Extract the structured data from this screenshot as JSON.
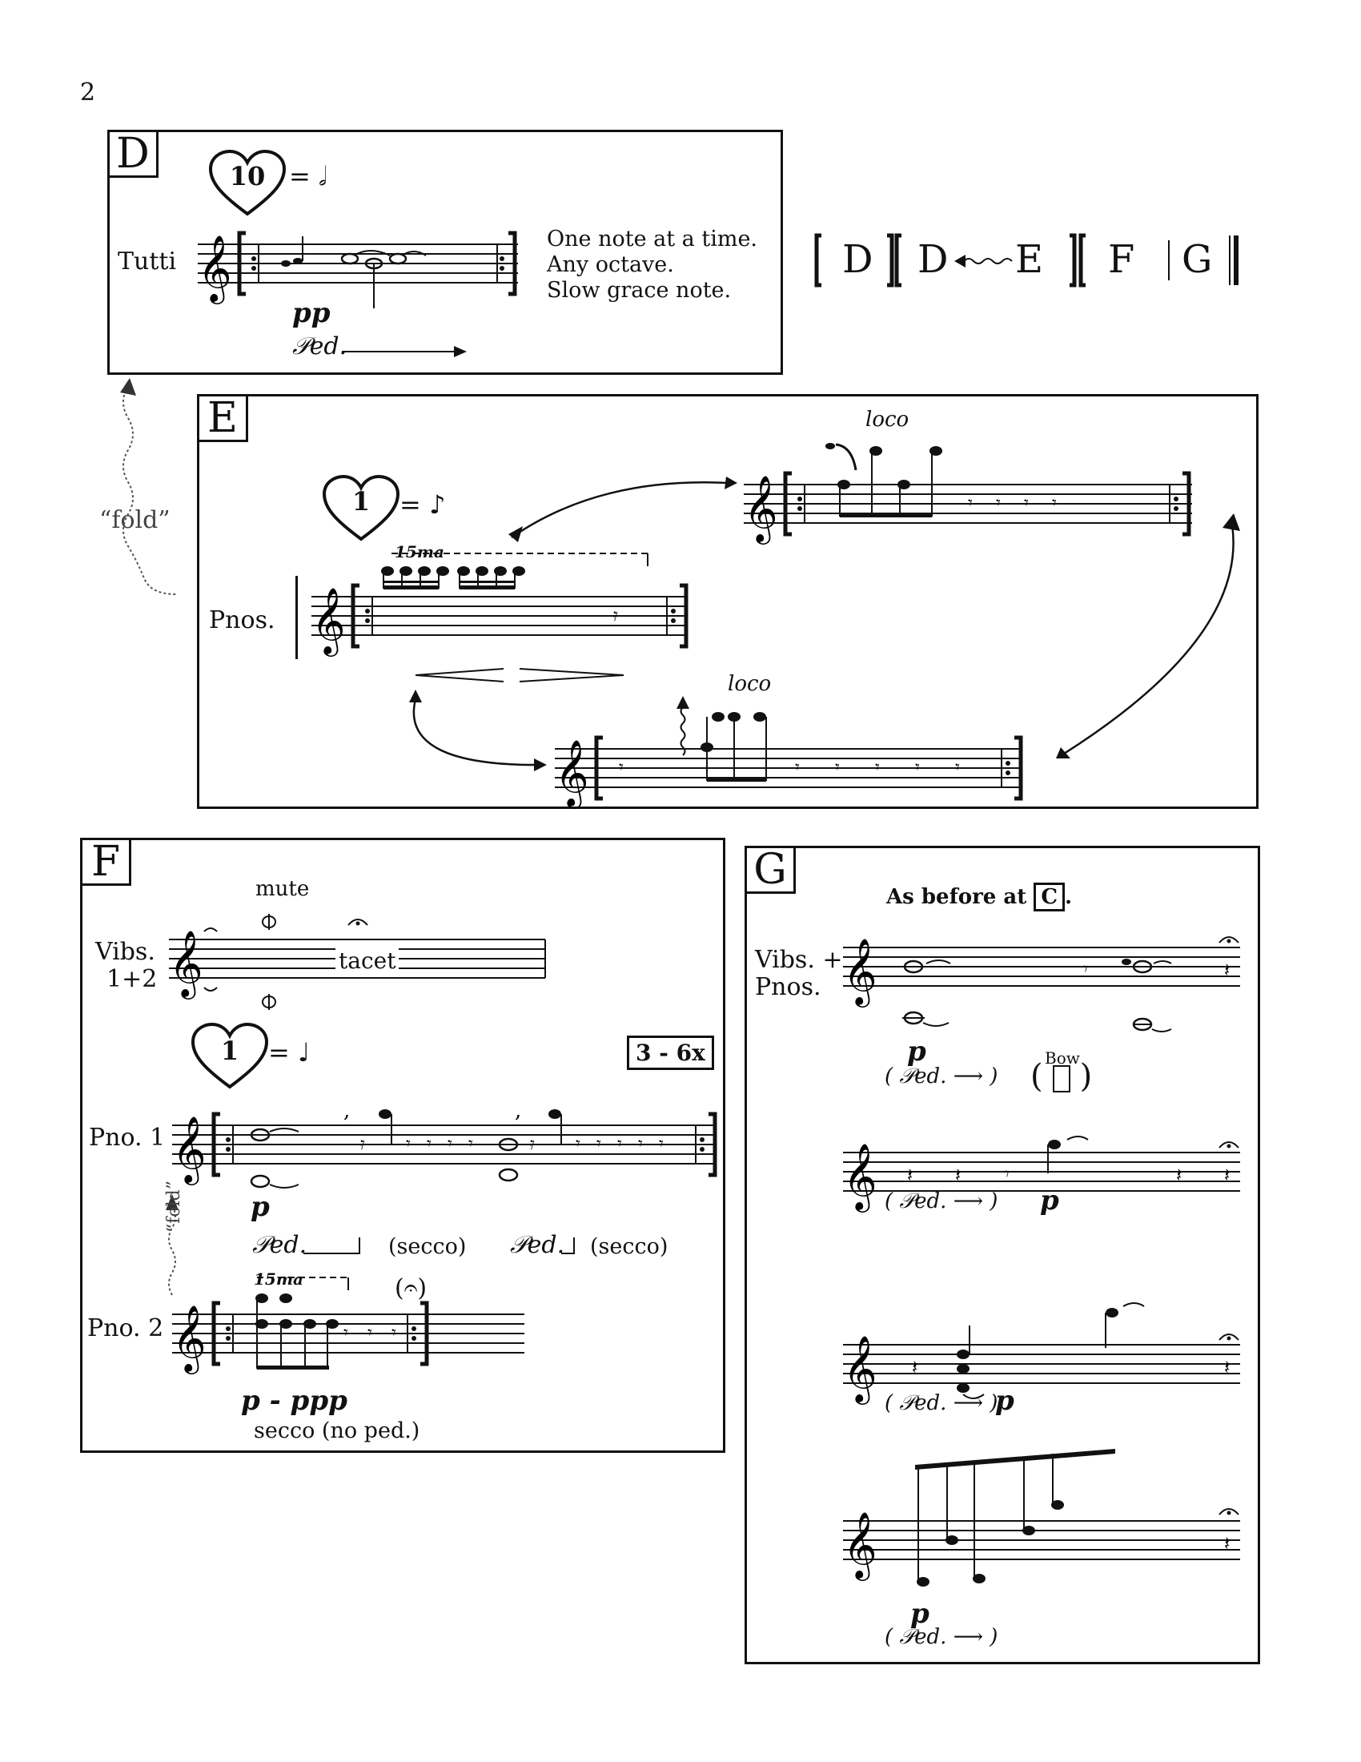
{
  "page_number": "2",
  "form_map": {
    "items": [
      "D",
      "D",
      "E",
      "F",
      "G"
    ]
  },
  "section_d": {
    "letter": "D",
    "tempo_heart": "10",
    "tempo_equals": "= 𝅗𝅥",
    "instrument": "Tutti",
    "dynamic": "pp",
    "ped": "𝒫ed.",
    "instructions": [
      "One note at a time.",
      "Any octave.",
      "Slow grace note."
    ]
  },
  "fold_left": "“fold”",
  "section_e": {
    "letter": "E",
    "tempo_heart": "1",
    "tempo_equals": "= ♪",
    "instrument": "Pnos.",
    "ottava": "15ma",
    "loco_top": "loco",
    "loco_bottom": "loco"
  },
  "section_f": {
    "letter": "F",
    "mute": "mute",
    "vibs_label": [
      "Vibs.",
      "1+2"
    ],
    "tacet": "tacet",
    "tempo_heart": "1",
    "tempo_equals": "= ♩",
    "repeat": "3 - 6x",
    "pno1": "Pno. 1",
    "pno2": "Pno. 2",
    "dyn_p": "p",
    "ped1": "𝒫ed.",
    "secco1": "(secco)",
    "ped2": "𝒫ed.",
    "secco2": "(secco)",
    "fold": "“fold”",
    "ottava": "15ma",
    "fermata_paren": "(𝄐)",
    "dyn_range": "p - ppp",
    "secco_no_ped": "secco (no ped.)"
  },
  "section_g": {
    "letter": "G",
    "as_before": "As before at",
    "as_before_ref": "C",
    "vibs_pnos": [
      "Vibs. +",
      "Pnos."
    ],
    "dyn_p": "p",
    "ped_paren": "( 𝒫ed. ⟶ )",
    "bow": "Bow"
  }
}
